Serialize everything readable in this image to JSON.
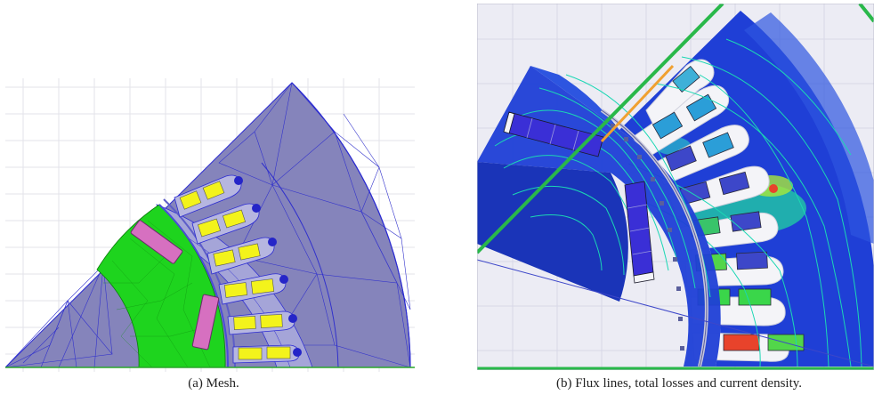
{
  "figure": {
    "subfigures": [
      {
        "id": "a",
        "caption": "(a) Mesh."
      },
      {
        "id": "b",
        "caption": "(b) Flux lines, total losses and current density."
      }
    ],
    "colors": {
      "mesh_background": "#8584bb",
      "mesh_lines": "#2b2bd2",
      "rotor_core_mesh": "#1ed41e",
      "magnet": "#d670c0",
      "winding": "#f3f31b",
      "field_low": "#1f3fd6",
      "field_mid": "#22d4a0",
      "field_high": "#e8432b",
      "flux_line": "#1bd7b4"
    }
  }
}
